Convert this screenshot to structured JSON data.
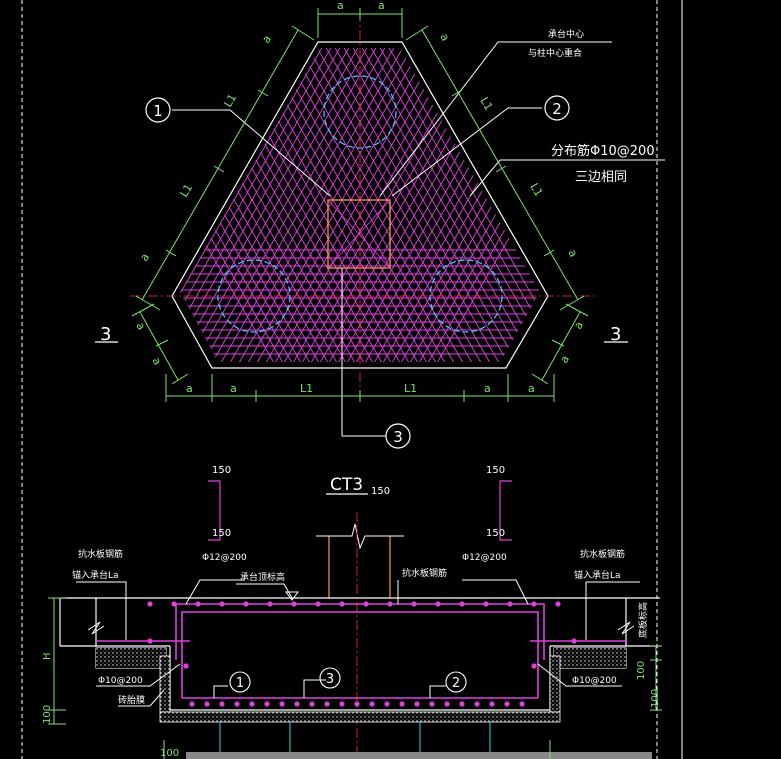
{
  "colors": {
    "background": "#000000",
    "dimension": "#7fe36a",
    "rebar": "#e040e0",
    "outline": "#ffffff",
    "column": "#f0a040",
    "pile": "#38d8ff",
    "text": "#ffffff",
    "cyan": "#20e0e0"
  },
  "plan": {
    "callouts": {
      "c1": "1",
      "c2": "2",
      "c3": "3"
    },
    "note_center_line1": "承台中心",
    "note_center_line2": "与柱中心重合",
    "note_dist_line1": "分布筋Φ10@200",
    "note_dist_line2": "三边相同",
    "section_left": "3",
    "section_right": "3",
    "dims": {
      "top_a1": "a",
      "top_a2": "a",
      "left_a_upper": "a",
      "left_L1_upper": "L1",
      "left_L1_lower": "L1",
      "left_a_lower": "a",
      "right_a_upper": "a",
      "right_L1_upper": "L1",
      "right_L1_lower": "L1",
      "right_a_lower": "a",
      "bl_a1": "a",
      "bl_a2": "a",
      "br_a1": "a",
      "br_a2": "a",
      "bottom_a1": "a",
      "bottom_a2": "a",
      "bottom_L1_1": "L1",
      "bottom_L1_2": "L1",
      "bottom_a3": "a",
      "bottom_a4": "a"
    }
  },
  "section": {
    "title": "CT3",
    "title_dim": "150",
    "bracket_left_top": "150",
    "bracket_left_bottom": "150",
    "bracket_right_top": "150",
    "bracket_right_bottom": "150",
    "label_left_anti_line1": "抗水板钢筋",
    "label_left_anti_line2": "锚入承台La",
    "label_right_anti_line1": "抗水板钢筋",
    "label_right_anti_line2": "锚入承台La",
    "label_top_left_bar": "Φ12@200",
    "label_top_right_bar": "Φ12@200",
    "label_top_elev": "承台顶标高",
    "label_anti_center": "抗水板钢筋",
    "label_left_side_bar": "Φ10@200",
    "label_right_side_bar": "Φ10@200",
    "label_cushion": "砖胎膜",
    "label_right_elev": "底板标高",
    "dim_H": "H",
    "dim_100_left": "100",
    "dim_100_right": "100",
    "dim_100_right2": "100",
    "dim_bottom": "100",
    "callout_1": "1",
    "callout_2": "2",
    "callout_3": "3"
  }
}
